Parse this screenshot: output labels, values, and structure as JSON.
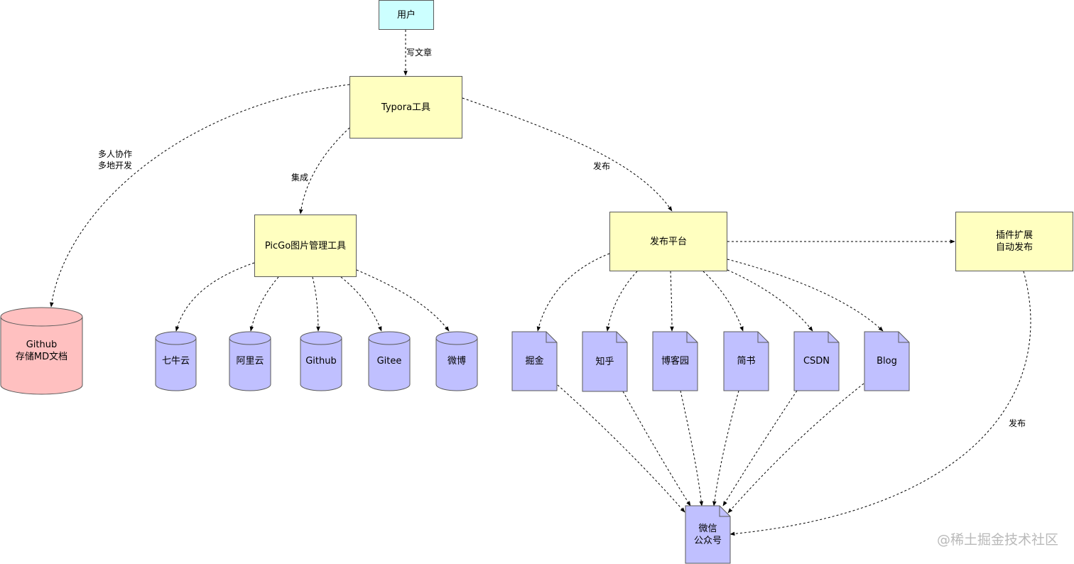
{
  "colors": {
    "user": "#ccffff",
    "process": "#ffffc0",
    "storage_red": "#ffc0c0",
    "storage_blue": "#c0c0ff",
    "stroke": "#5a5a5a"
  },
  "nodes": {
    "user": "用户",
    "typora": "Typora工具",
    "picgo": "PicGo图片管理工具",
    "platform": "发布平台",
    "plugin": "插件扩展\n自动发布",
    "github_repo": "Github\n存储MD文档",
    "qiniu": "七牛云",
    "aliyun": "阿里云",
    "github": "Github",
    "gitee": "Gitee",
    "weibo": "微博",
    "juejin": "掘金",
    "zhihu": "知乎",
    "cnblogs": "博客园",
    "jianshu": "简书",
    "csdn": "CSDN",
    "blog": "Blog",
    "wechat": "微信\n公众号"
  },
  "edge_labels": {
    "write": "写文章",
    "collab": "多人协作\n多地开发",
    "integrate": "集成",
    "publish": "发布",
    "publish2": "发布"
  },
  "watermark": "@稀土掘金技术社区"
}
